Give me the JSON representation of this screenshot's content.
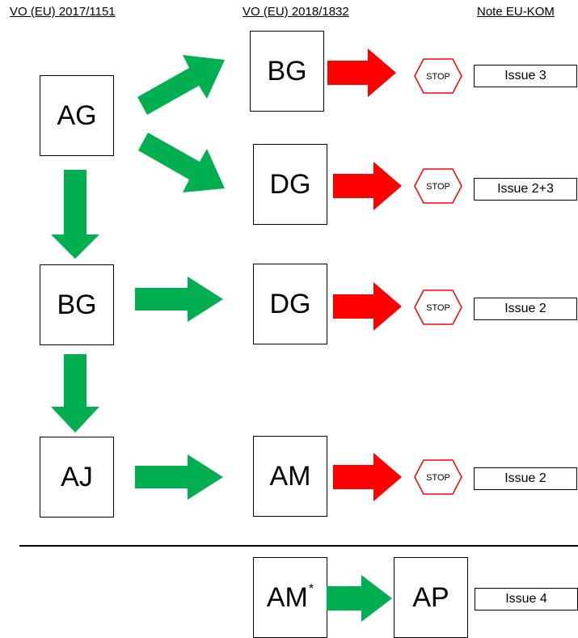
{
  "headers": {
    "col1": "VO (EU) 2017/1151",
    "col2": "VO (EU) 2018/1832",
    "col3": "Note EU-KOM"
  },
  "left_boxes": {
    "ag": "AG",
    "bg": "BG",
    "aj": "AJ"
  },
  "middle_boxes": {
    "bg": "BG",
    "dg1": "DG",
    "dg2": "DG",
    "am": "AM",
    "am_star": "AM",
    "am_star_mark": "*"
  },
  "right_box": {
    "ap": "AP"
  },
  "stop_label": "STOP",
  "issues": {
    "row1": "Issue 3",
    "row2": "Issue 2+3",
    "row3": "Issue 2",
    "row4": "Issue 2",
    "row5": "Issue 4"
  },
  "colors": {
    "green_arrow": "#00b050",
    "red_arrow": "#ff0000",
    "stop_outline": "#ff0000"
  }
}
